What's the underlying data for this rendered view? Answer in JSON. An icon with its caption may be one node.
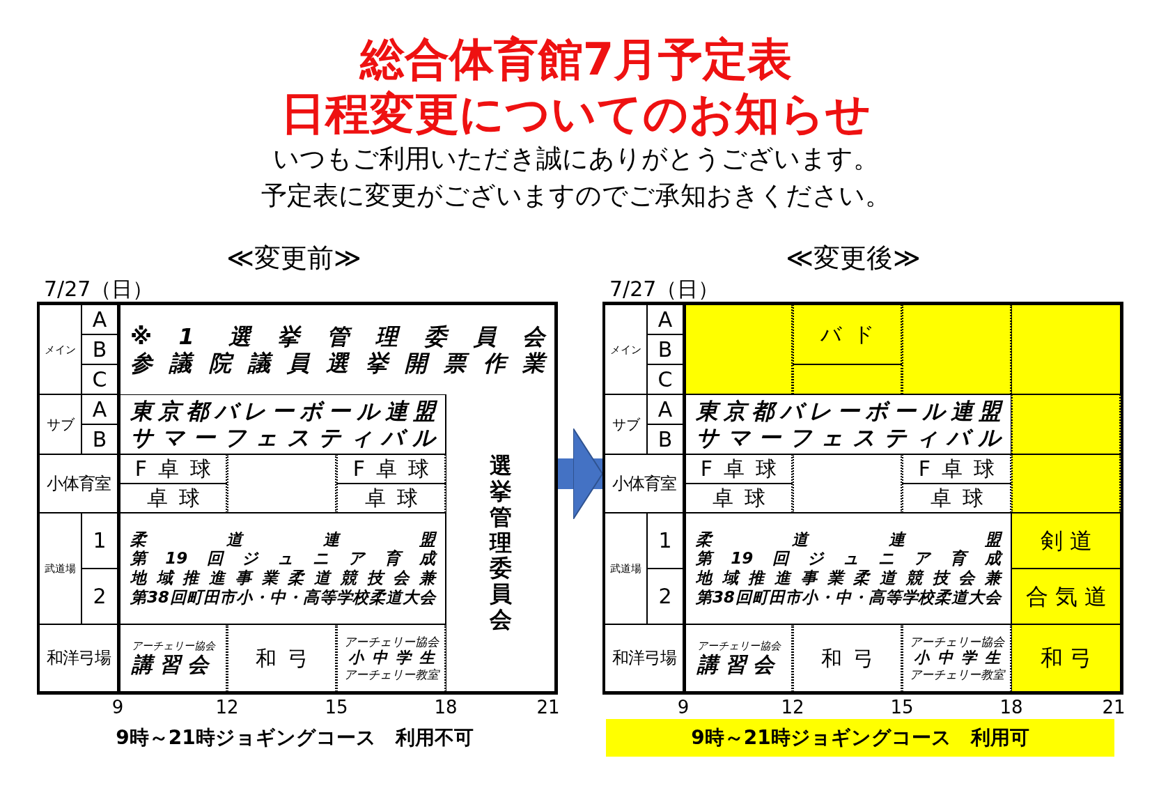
{
  "diagram": {
    "title": "総合体育館7月予定表",
    "nodes": [
      {
        "text": [],
        "shape": "box"
      },
      {
        "text": [
          "メイン"
        ],
        "in": 0
      },
      {
        "text": [
          "A"
        ],
        "in": 0
      },
      {
        "text": [
          "※1 選挙管理委員会",
          "参議院議員選挙開票作業"
        ],
        "in": 0
      },
      {
        "text": [
          "B"
        ],
        "in": 0
      },
      {
        "text": [
          "C"
        ],
        "in": 0
      },
      {
        "text": [
          "サブ"
        ],
        "in": 0
      },
      {
        "text": [
          "A"
        ],
        "in": 0
      },
      {
        "text": [
          "東京都バレーボール連盟",
          "サマーフェスティバル"
        ],
        "in": 0
      },
      {
        "text": [
          "選挙管理委員会"
        ],
        "in": 0
      },
      {
        "text": [
          "B"
        ],
        "in": 0
      },
      {
        "text": [
          "小体育室"
        ],
        "in": 0
      },
      {
        "text": [
          "F卓球"
        ],
        "in": 0
      },
      {
        "text": [],
        "shape": "box",
        "in": 0
      },
      {
        "text": [
          "F卓球"
        ],
        "in": 0
      },
      {
        "text": [
          "卓球"
        ],
        "in": 0
      },
      {
        "text": [
          "卓球"
        ],
        "in": 0
      },
      {
        "text": [
          "武道場"
        ],
        "in": 0
      },
      {
        "text": [
          "1"
        ],
        "in": 0
      },
      {
        "text": [
          "柔道連盟",
          "第19回ジュニア育成",
          "地域推進事業柔道競技会兼",
          "第38回町田市小・中・高等学校柔道大会"
        ],
        "in": 0
      },
      {
        "text": [
          "2"
        ],
        "in": 0
      },
      {
        "text": [
          "和洋弓場"
        ],
        "in": 0
      },
      {
        "text": [
          "アーチェリー協会",
          "講習会"
        ],
        "in": 0
      },
      {
        "text": [
          "和弓"
        ],
        "in": 0
      },
      {
        "text": [
          "アーチェリー協会",
          "小中学生",
          "アーチェリー教室"
        ],
        "in": 0
      },
      {
        "text": [],
        "shape": "box"
      },
      {
        "text": [
          "メイン"
        ],
        "in": 25
      },
      {
        "text": [
          "A"
        ],
        "in": 25
      },
      {
        "text": [],
        "shape": "box",
        "in": 25
      },
      {
        "text": [
          "バド"
        ],
        "in": 25
      },
      {
        "text": [],
        "shape": "box",
        "in": 25
      },
      {
        "text": [],
        "shape": "box",
        "in": 25
      },
      {
        "text": [
          "B"
        ],
        "in": 25
      },
      {
        "text": [
          "C"
        ],
        "in": 25
      },
      {
        "text": [],
        "shape": "box",
        "in": 25
      },
      {
        "text": [
          "サブ"
        ],
        "in": 25
      },
      {
        "text": [
          "A"
        ],
        "in": 25
      },
      {
        "text": [
          "東京都バレーボール連盟",
          "サマーフェスティバル"
        ],
        "in": 25
      },
      {
        "text": [],
        "shape": "box",
        "in": 25
      },
      {
        "text": [
          "B"
        ],
        "in": 25
      },
      {
        "text": [
          "小体育室"
        ],
        "in": 25
      },
      {
        "text": [
          "F卓球"
        ],
        "in": 25
      },
      {
        "text": [],
        "shape": "box",
        "in": 25
      },
      {
        "text": [
          "F卓球"
        ],
        "in": 25
      },
      {
        "text": [],
        "shape": "box",
        "in": 25
      },
      {
        "text": [
          "卓球"
        ],
        "in": 25
      },
      {
        "text": [
          "卓球"
        ],
        "in": 25
      },
      {
        "text": [
          "武道場"
        ],
        "in": 25
      },
      {
        "text": [
          "1"
        ],
        "in": 25
      },
      {
        "text": [
          "柔道連盟",
          "第19回ジュニア育成",
          "地域推進事業柔道競技会兼",
          "第38回町田市小・中・高等学校柔道大会"
        ],
        "in": 25
      },
      {
        "text": [
          "剣道"
        ],
        "in": 25
      },
      {
        "text": [
          "2"
        ],
        "in": 25
      },
      {
        "text": [
          "合気道"
        ],
        "in": 25
      },
      {
        "text": [
          "和洋弓場"
        ],
        "in": 25
      },
      {
        "text": [
          "アーチェリー協会",
          "講習会"
        ],
        "in": 25
      },
      {
        "text": [
          "和弓"
        ],
        "in": 25
      },
      {
        "text": [
          "アーチェリー協会",
          "小中学生",
          "アーチェリー教室"
        ],
        "in": 25
      },
      {
        "text": [
          "和弓"
        ],
        "in": 25
      }
    ],
    "edges": [
      {
        "from": 0,
        "to": 25,
        "arrow": "to"
      }
    ],
    "labels": [
      "日程変更についてのお知らせ",
      "いつもご利用いただき誠にありがとうございます。",
      "予定表に変更がございますのでご承知おきください。",
      "≪変更前≫",
      "7/27（日）",
      "9",
      "12",
      "15",
      "18",
      "21",
      "9時～21時ジョギングコース　利用不可",
      "≪変更後≫",
      "7/27（日）",
      "9",
      "12",
      "15",
      "18",
      "21",
      "9時～21時ジョギングコース　利用可"
    ]
  }
}
